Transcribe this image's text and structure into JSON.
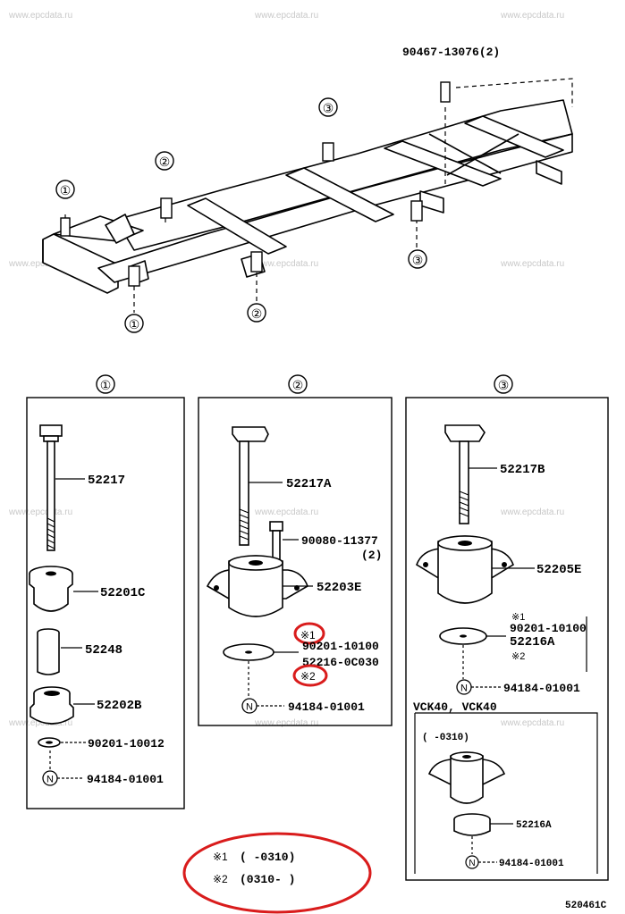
{
  "watermark": "www.epcdata.ru",
  "top_diagram": {
    "top_bolt_label": "90467-13076(2)",
    "circle_labels": [
      "①",
      "②",
      "③",
      "①",
      "②",
      "③"
    ]
  },
  "panel1": {
    "header": "①",
    "parts": [
      "52217",
      "52201C",
      "52248",
      "52202B",
      "90201-10012",
      "94184-01001"
    ],
    "n_symbol": "N"
  },
  "panel2": {
    "header": "②",
    "parts": [
      "52217A",
      "90080-11377",
      "(2)",
      "52203E",
      "90201-10100",
      "52216-0C030",
      "94184-01001"
    ],
    "note_marks": [
      "※1",
      "※2"
    ],
    "n_symbol": "N"
  },
  "panel3": {
    "header": "③",
    "parts": [
      "52217B",
      "52205E",
      "90201-10100",
      "52216A",
      "94184-01001"
    ],
    "note_marks": [
      "※1",
      "※2"
    ],
    "n_symbol": "N",
    "sub_header": "VCK40, VCK40",
    "sub_range": "(      -0310)",
    "sub_parts": [
      "52216A",
      "94184-01001"
    ]
  },
  "footnotes": [
    {
      "mark": "※1",
      "text": "(      -0310)"
    },
    {
      "mark": "※2",
      "text": "(0310-      )"
    }
  ],
  "diagram_code": "520461C",
  "colors": {
    "highlight": "#d91c1c",
    "watermark": "#c8c8c8"
  }
}
